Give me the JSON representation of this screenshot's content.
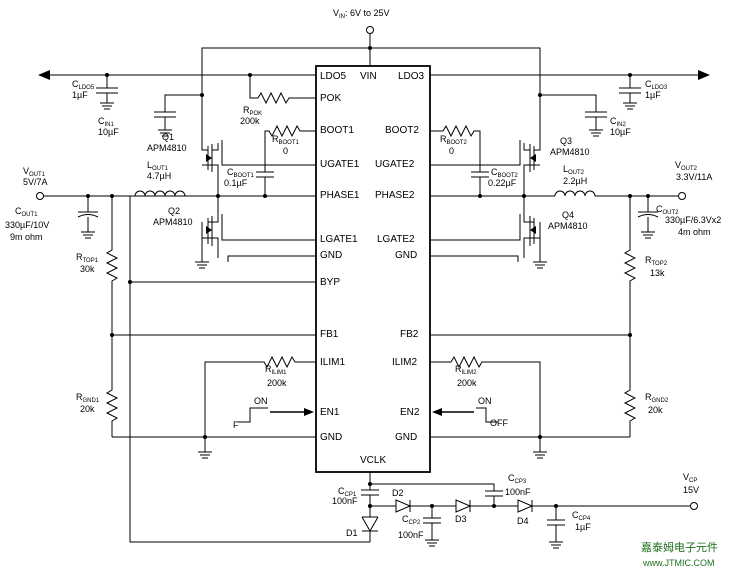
{
  "supply": {
    "vin": "V",
    "vin_sub": "IN",
    "vin_rest": ": 6V to 25V"
  },
  "ic": {
    "pins_top": {
      "ldo5": "LDO5",
      "vin": "VIN",
      "ldo3": "LDO3"
    },
    "pins_left": [
      "POK",
      "BOOT1",
      "UGATE1",
      "PHASE1",
      "LGATE1",
      "GND",
      "BYP",
      "FB1",
      "ILIM1",
      "EN1",
      "GND"
    ],
    "pins_right": [
      "BOOT2",
      "UGATE2",
      "PHASE2",
      "LGATE2",
      "GND",
      "FB2",
      "ILIM2",
      "EN2",
      "GND"
    ],
    "pin_bottom": "VCLK"
  },
  "components": {
    "cldo5": {
      "name": "C",
      "sub": "LDO5",
      "value": "1µF"
    },
    "cldo3": {
      "name": "C",
      "sub": "LDO3",
      "value": "1µF"
    },
    "cin1": {
      "name": "C",
      "sub": "IN1",
      "value": "10µF"
    },
    "cin2": {
      "name": "C",
      "sub": "IN2",
      "value": "10µF"
    },
    "rpok": {
      "name": "R",
      "sub": "POK",
      "value": "200k"
    },
    "rboot1": {
      "name": "R",
      "sub": "BOOT1",
      "value": "0"
    },
    "rboot2": {
      "name": "R",
      "sub": "BOOT2",
      "value": "0"
    },
    "cboot1": {
      "name": "C",
      "sub": "BOOT1",
      "value": "0.1µF"
    },
    "cboot2": {
      "name": "C",
      "sub": "BOOT2",
      "value": "0.22µF"
    },
    "q1": {
      "name": "Q1",
      "part": "APM4810"
    },
    "q2": {
      "name": "Q2",
      "part": "APM4810"
    },
    "q3": {
      "name": "Q3",
      "part": "APM4810"
    },
    "q4": {
      "name": "Q4",
      "part": "APM4810"
    },
    "lout1": {
      "name": "L",
      "sub": "OUT1",
      "value": "4.7µH"
    },
    "lout2": {
      "name": "L",
      "sub": "OUT2",
      "value": "2.2µH"
    },
    "vout1": {
      "name": "V",
      "sub": "OUT1",
      "value": "5V/7A"
    },
    "vout2": {
      "name": "V",
      "sub": "OUT2",
      "value": "3.3V/11A"
    },
    "cout1": {
      "name": "C",
      "sub": "OUT1",
      "value": "330µF/10V",
      "esr": "9m ohm"
    },
    "cout2": {
      "name": "C",
      "sub": "OUT2",
      "value": "330µF/6.3Vx2",
      "esr": "4m ohm"
    },
    "rtop1": {
      "name": "R",
      "sub": "TOP1",
      "value": "30k"
    },
    "rtop2": {
      "name": "R",
      "sub": "TOP2",
      "value": "13k"
    },
    "rgnd1": {
      "name": "R",
      "sub": "GND1",
      "value": "20k"
    },
    "rgnd2": {
      "name": "R",
      "sub": "GND2",
      "value": "20k"
    },
    "rilim1": {
      "name": "R",
      "sub": "ILIM1",
      "value": "200k"
    },
    "rilim2": {
      "name": "R",
      "sub": "ILIM2",
      "value": "200k"
    },
    "en1_sig": {
      "on": "ON",
      "off": "F"
    },
    "en2_sig": {
      "on": "ON",
      "off": "OFF"
    },
    "ccp1": {
      "name": "C",
      "sub": "CP1",
      "value": "100nF"
    },
    "ccp2": {
      "name": "C",
      "sub": "CP2",
      "value": "100nF"
    },
    "ccp3": {
      "name": "C",
      "sub": "CP3",
      "value": "100nF"
    },
    "ccp4": {
      "name": "C",
      "sub": "CP4",
      "value": "1µF"
    },
    "d1": "D1",
    "d2": "D2",
    "d3": "D3",
    "d4": "D4",
    "vcp": {
      "name": "V",
      "sub": "CP",
      "value": "15V"
    }
  },
  "watermark": {
    "line1": "嘉泰姆电子元件",
    "line2": "www.JTMIC.COM"
  }
}
